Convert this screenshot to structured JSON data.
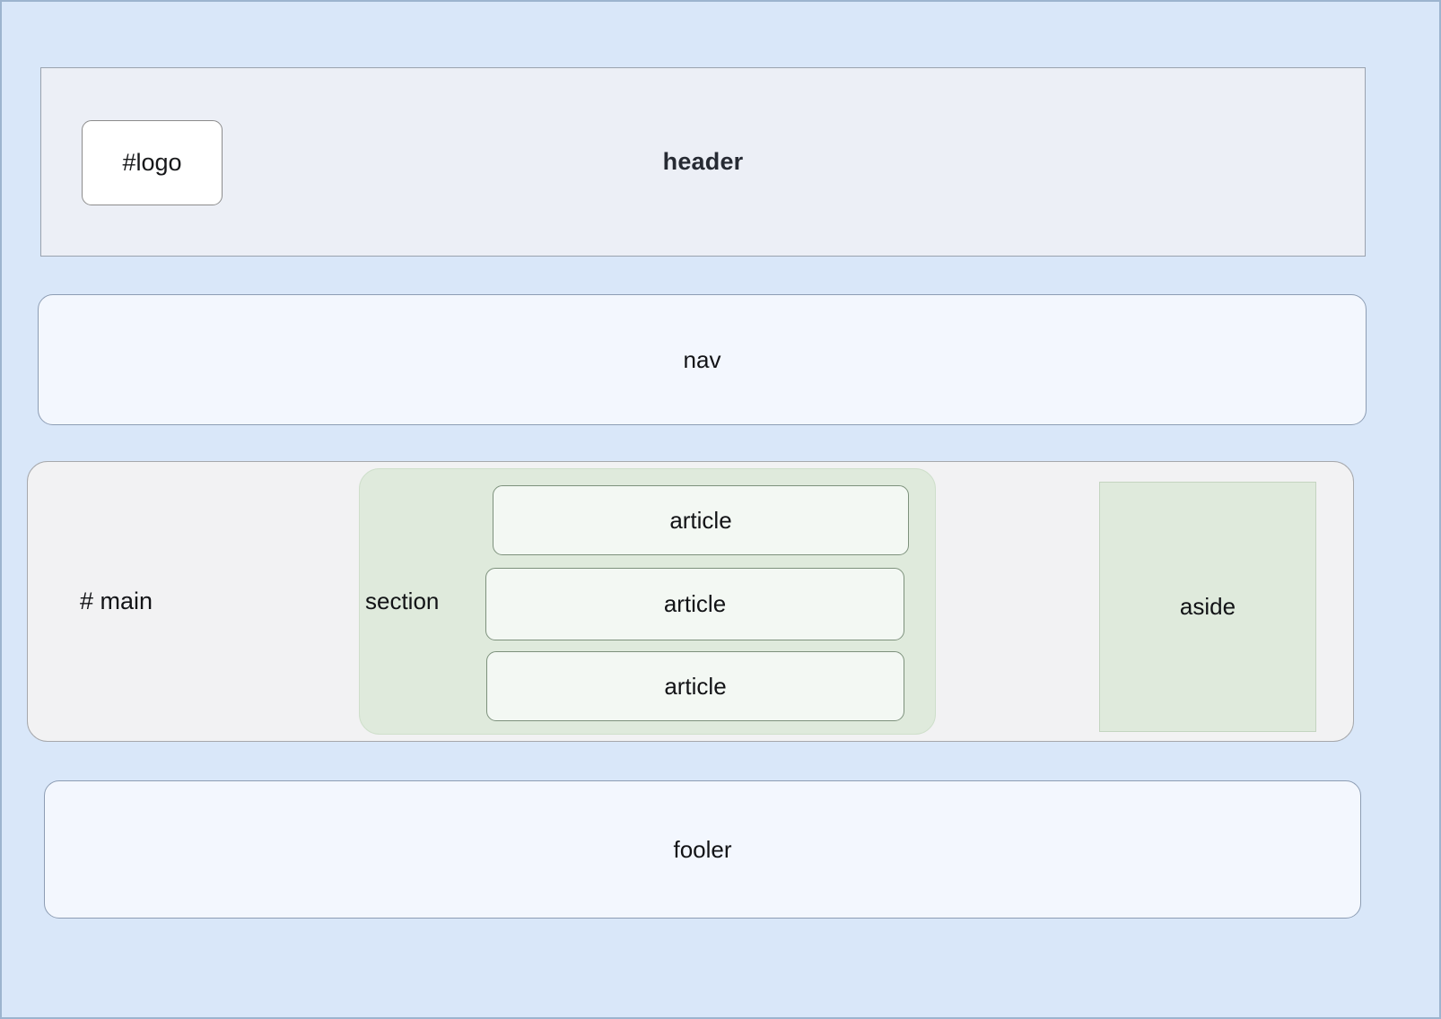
{
  "page": {
    "background_color": "#d9e7f9",
    "border_color": "#9cb4cf"
  },
  "header": {
    "label": "header",
    "logo_label": "#logo",
    "background_color": "#eceff6",
    "border_color": "#9aa2ae"
  },
  "nav": {
    "label": "nav",
    "background_color": "#f3f7fe",
    "border_color": "#8d9db4"
  },
  "main": {
    "label": "# main",
    "background_color": "#f2f2f3",
    "border_color": "#a6a8ac",
    "section": {
      "label": "section",
      "background_color": "#dfeadc",
      "border_color": "#cfdfcb",
      "articles": [
        {
          "label": "article"
        },
        {
          "label": "article"
        },
        {
          "label": "article"
        }
      ]
    },
    "aside": {
      "label": "aside",
      "background_color": "#dfeadc",
      "border_color": "#c4d4c0"
    }
  },
  "footer": {
    "label": "fooler",
    "background_color": "#f3f7fe",
    "border_color": "#8d9db4"
  }
}
